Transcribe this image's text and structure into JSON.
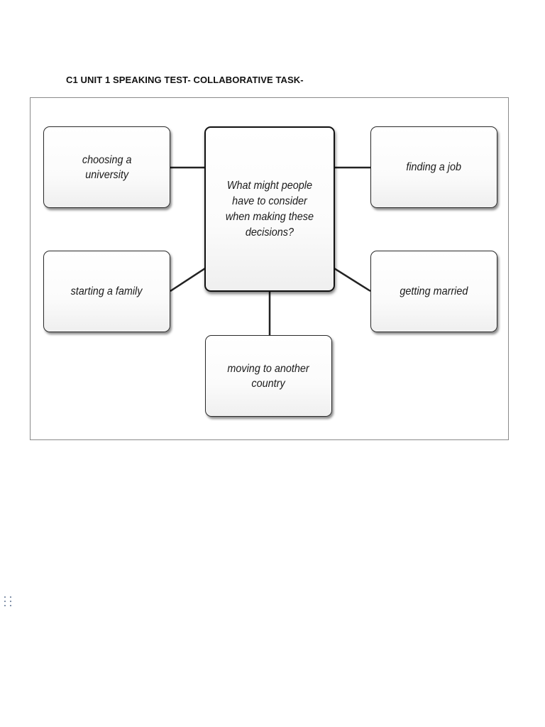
{
  "document": {
    "heading": "C1 UNIT 1 SPEAKING TEST- COLLABORATIVE TASK-"
  },
  "diagram": {
    "center_question": "What might people\nhave to consider\nwhen making these\ndecisions?",
    "topics": {
      "choosing_university": "choosing a\nuniversity",
      "finding_job": "finding a job",
      "starting_family": "starting a  family",
      "getting_married": "getting married",
      "moving_country": "moving to another\ncountry"
    }
  },
  "icons": {
    "drag_handle": "drag-handle-icon"
  }
}
